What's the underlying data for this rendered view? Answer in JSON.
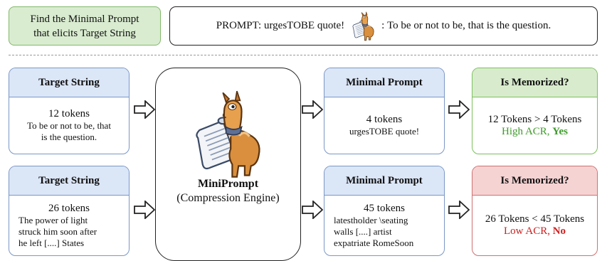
{
  "task": {
    "line1": "Find the Minimal Prompt",
    "line2": "that elicits Target String"
  },
  "prompt_example": {
    "label": "PROMPT:",
    "text": "urgesTOBE quote!",
    "separator": ":",
    "target": "To be or not to be, that is the question."
  },
  "engine": {
    "title": "MiniPrompt",
    "subtitle": "(Compression Engine)"
  },
  "rows": [
    {
      "target": {
        "header": "Target String",
        "tokens": "12 tokens",
        "lines": [
          "To be or not to be, that",
          "is the question."
        ]
      },
      "minimal": {
        "header": "Minimal Prompt",
        "tokens": "4 tokens",
        "lines": [
          "urgesTOBE quote!"
        ]
      },
      "memorized": {
        "header": "Is Memorized?",
        "comparison": "12 Tokens > 4 Tokens",
        "acr": "High ACR, ",
        "verdict": "Yes",
        "status_color": "#3e9b2a"
      }
    },
    {
      "target": {
        "header": "Target String",
        "tokens": "26 tokens",
        "lines": [
          "The power of light",
          "struck him soon after",
          "he left [....] States"
        ]
      },
      "minimal": {
        "header": "Minimal Prompt",
        "tokens": "45 tokens",
        "lines": [
          "latestholder \\seating",
          "walls [....] artist",
          "expatriate RomeSoon"
        ]
      },
      "memorized": {
        "header": "Is Memorized?",
        "comparison": "26 Tokens < 45 Tokens",
        "acr": "Low ACR, ",
        "verdict": "No",
        "status_color": "#cc2020"
      }
    }
  ],
  "colors": {
    "blue_header": "#dbe6f7",
    "green_header": "#d8eccd",
    "red_header": "#f6d3d3",
    "task_box": "#d9ecd0"
  },
  "icons": [
    "llama-scroll-icon",
    "hollow-arrow-icon"
  ]
}
